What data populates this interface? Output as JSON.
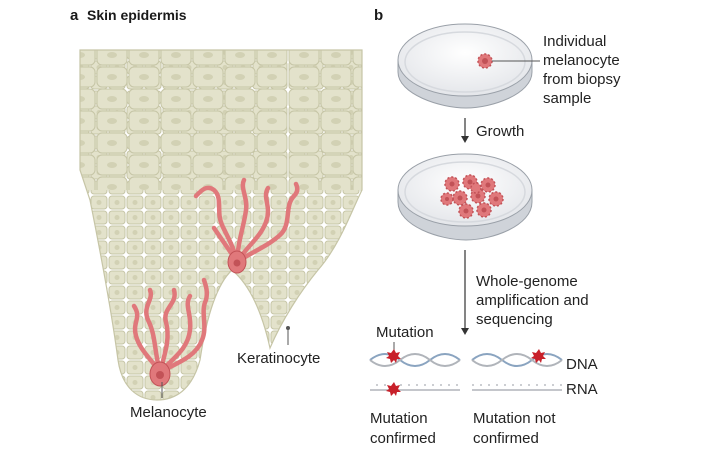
{
  "panel_a": {
    "letter": "a",
    "title": "Skin epidermis",
    "labels": {
      "keratinocyte": "Keratinocyte",
      "melanocyte": "Melanocyte"
    }
  },
  "panel_b": {
    "letter": "b",
    "dish_label": [
      "Individual",
      "melanocyte",
      "from biopsy",
      "sample"
    ],
    "step1": "Growth",
    "step2": [
      "Whole-genome",
      "amplification and",
      "sequencing"
    ],
    "mutation_label": "Mutation",
    "dna_label": "DNA",
    "rna_label": "RNA",
    "outcome_left": [
      "Mutation",
      "confirmed"
    ],
    "outcome_right": [
      "Mutation not",
      "confirmed"
    ]
  },
  "colors": {
    "tissue": "#e3e2cb",
    "tissue_line": "#c6c5a6",
    "melanocyte": "#e0787b",
    "melanocyte_dark": "#c25257",
    "mutation": "#c8202a",
    "helix_blue": "#8aa4c0",
    "helix_grey": "#b0b4ba"
  }
}
